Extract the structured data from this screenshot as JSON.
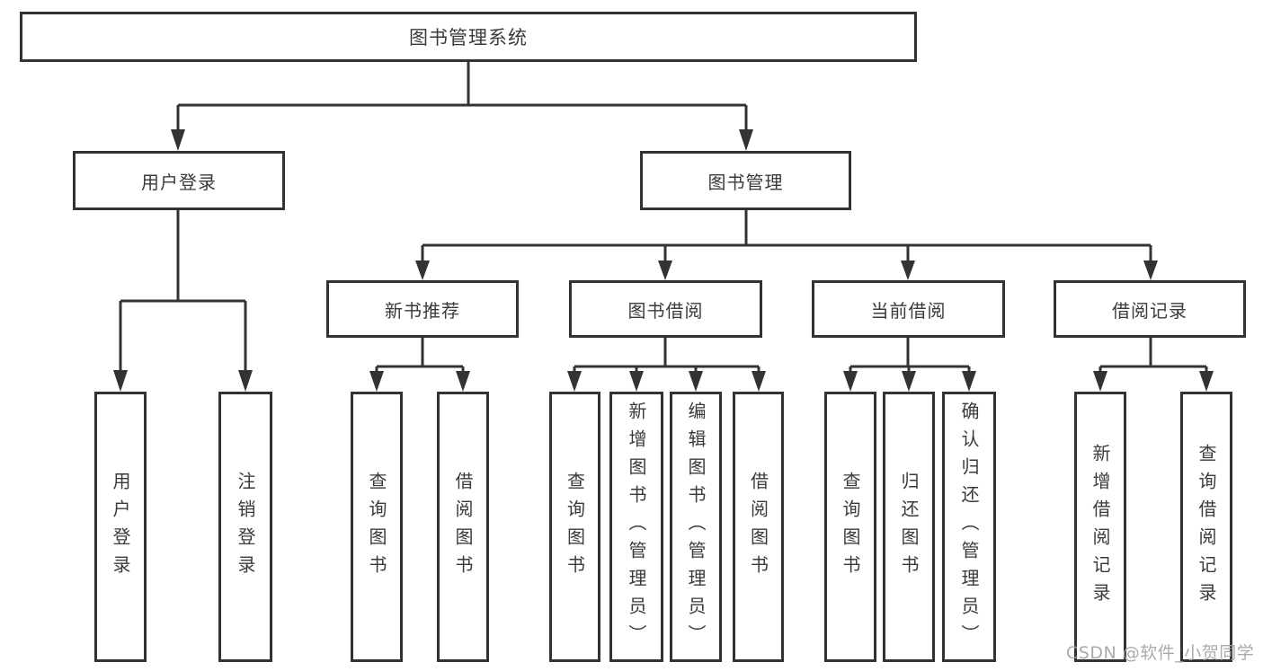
{
  "colors": {
    "line": "#333333",
    "box_border": "#333333",
    "text": "#3a3a3a",
    "watermark": "#a2a2a2",
    "background": "#ffffff"
  },
  "watermark": {
    "text": "CSDN @软件_小贺同学"
  },
  "tree": {
    "root": {
      "label": "图书管理系统"
    },
    "level2": [
      {
        "label": "用户登录"
      },
      {
        "label": "图书管理"
      }
    ],
    "level3": [
      {
        "label": "新书推荐"
      },
      {
        "label": "图书借阅"
      },
      {
        "label": "当前借阅"
      },
      {
        "label": "借阅记录"
      }
    ],
    "leaves": {
      "user": [
        "用户登录",
        "注销登录"
      ],
      "recommend": [
        "查询图书",
        "借阅图书"
      ],
      "borrow": [
        "查询图书",
        "新增图书（管理员）",
        "编辑图书（管理员）",
        "借阅图书"
      ],
      "current": [
        "查询图书",
        "归还图书",
        "确认归还（管理员）"
      ],
      "record": [
        "新增借阅记录",
        "查询借阅记录"
      ]
    }
  }
}
